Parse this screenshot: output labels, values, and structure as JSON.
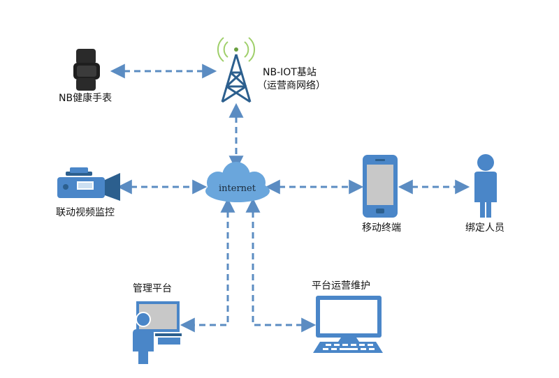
{
  "nodes": {
    "watch": {
      "label": "NB健康手表"
    },
    "station": {
      "label": "NB-IOT基站",
      "sublabel": "（运营商网络）"
    },
    "camera": {
      "label": "联动视频监控"
    },
    "cloud": {
      "label": "internet"
    },
    "phone": {
      "label": "移动终端"
    },
    "person": {
      "label": "绑定人员"
    },
    "admin": {
      "label": "管理平台"
    },
    "ops": {
      "label": "平台运营维护"
    }
  },
  "colors": {
    "connector": "#5b8cc2",
    "icon_blue": "#4a86c8",
    "icon_dark": "#2c5f8e",
    "cloud": "#6aa6dc",
    "screen": "#c8c8c8"
  },
  "icons": {
    "watch": "smartwatch-icon",
    "station": "cell-tower-icon",
    "camera": "video-camera-icon",
    "cloud": "cloud-icon",
    "phone": "smartphone-icon",
    "person": "person-icon",
    "admin": "admin-workstation-icon",
    "ops": "desktop-computer-icon"
  }
}
